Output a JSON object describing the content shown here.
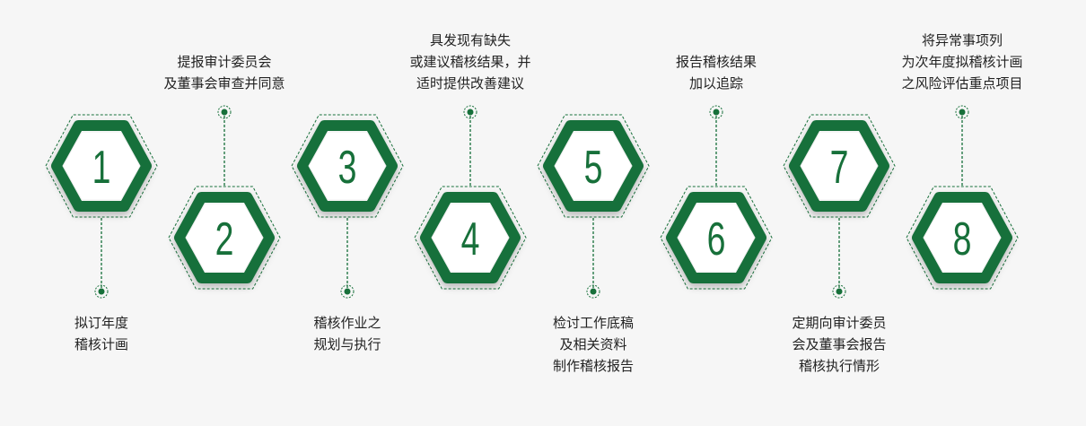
{
  "colors": {
    "accent": "#17703a",
    "dark": "#0f5a2c",
    "background": "#f6f6f6",
    "text": "#222222"
  },
  "steps": [
    {
      "number": "1",
      "lines": [
        "拟订年度",
        "稽核计画"
      ]
    },
    {
      "number": "2",
      "lines": [
        "提报审计委员会",
        "及董事会审查并同意"
      ]
    },
    {
      "number": "3",
      "lines": [
        "稽核作业之",
        "规划与执行"
      ]
    },
    {
      "number": "4",
      "lines": [
        "具发现有缺失",
        "或建议稽核结果，并",
        "适时提供改善建议"
      ]
    },
    {
      "number": "5",
      "lines": [
        "检讨工作底稿",
        "及相关资料",
        "制作稽核报告"
      ]
    },
    {
      "number": "6",
      "lines": [
        "报告稽核结果",
        "加以追踪"
      ]
    },
    {
      "number": "7",
      "lines": [
        "定期向审计委员",
        "会及董事会报告",
        "稽核执行情形"
      ]
    },
    {
      "number": "8",
      "lines": [
        "将异常事项列",
        "为次年度拟稽核计画",
        "之风险评估重点项目"
      ]
    }
  ]
}
